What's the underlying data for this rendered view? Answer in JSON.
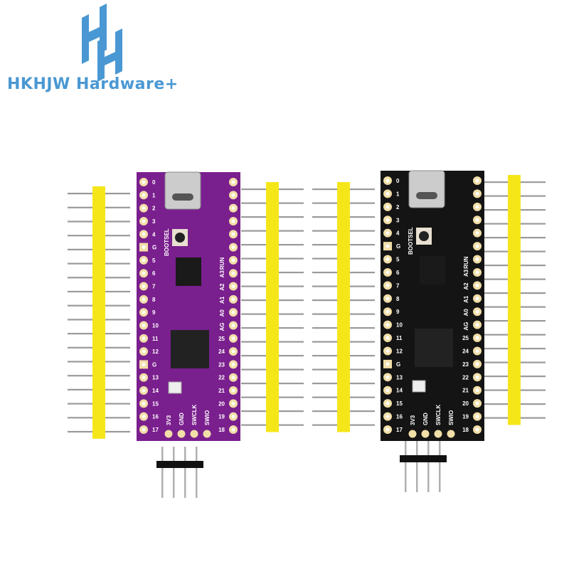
{
  "brand": {
    "text": "HKHJW Hardware+",
    "color": "#4a98d3",
    "logo_icon": "hh-logo-icon"
  },
  "colors": {
    "purple_board": "#7a1f8e",
    "black_board": "#141414",
    "header_plastic": "#f5e61a",
    "pin_metal": "#9a9a9a",
    "pad_gold": "#f2dfa8"
  },
  "board": {
    "left_labels": [
      "0",
      "1",
      "2",
      "3",
      "4",
      "G",
      "5",
      "6",
      "7",
      "8",
      "9",
      "10",
      "11",
      "12",
      "G",
      "13",
      "14",
      "15",
      "16",
      "17"
    ],
    "right_labels": [
      "RUN",
      "A3",
      "A2",
      "A1",
      "A0",
      "AG",
      "25",
      "24",
      "23",
      "22",
      "21",
      "20",
      "19",
      "18"
    ],
    "bottom_labels": [
      "3V3",
      "GND",
      "SWCLK",
      "SWIO"
    ],
    "button_label": "BOOTSEL"
  }
}
